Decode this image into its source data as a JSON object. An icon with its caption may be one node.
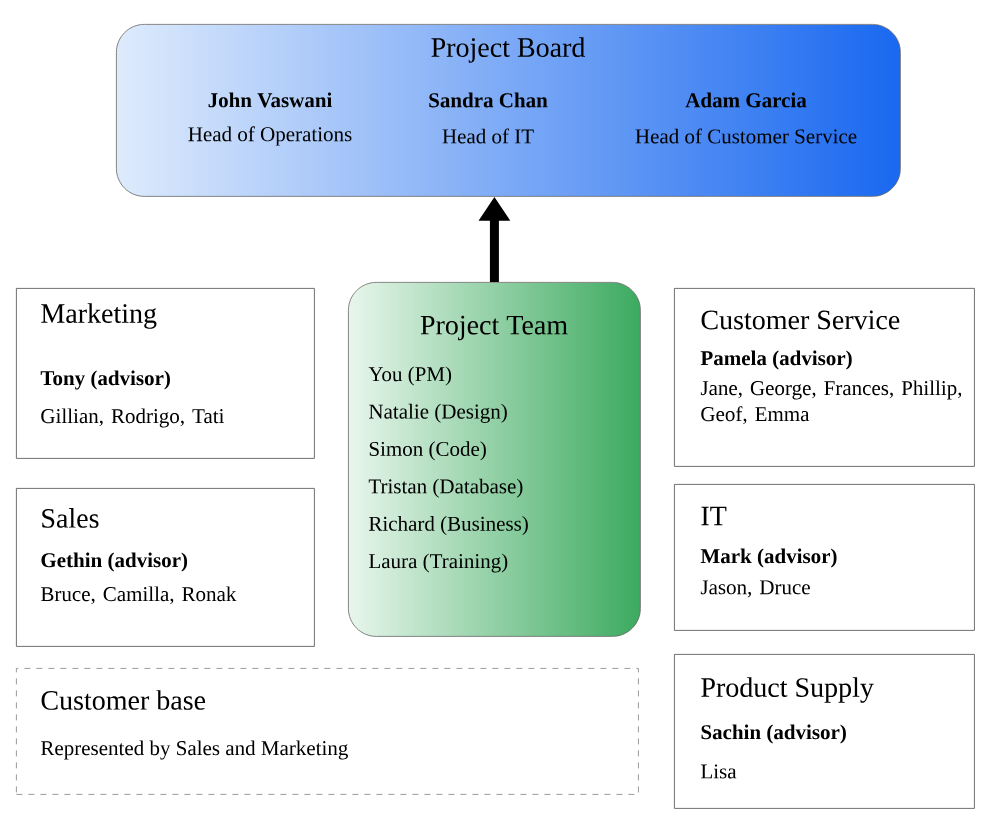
{
  "diagram": {
    "nodes": [
      {
        "text": [
          "Project Board",
          "John  Vaswani",
          "Head of Operations",
          "Sandra Chan",
          "Head of IT",
          "Adam Garcia",
          "Head of Customer Service"
        ]
      },
      {
        "text": [
          "Marketing",
          "Tony (advisor)",
          "Gillian, Rodrigo, Tati"
        ]
      },
      {
        "text": [
          "Project Team",
          "You (PM)",
          "Natalie (Design)",
          "Simon (Code)",
          "Tristan (Database)",
          "Richard (Business)",
          "Laura (Training)"
        ]
      },
      {
        "text": [
          "Customer Service",
          "Pamela (advisor)",
          "Jane, George, Frances, Phillip, Geof, Emma"
        ]
      },
      {
        "text": [
          "Sales",
          "Gethin (advisor)",
          "Bruce, Camilla, Ronak"
        ]
      },
      {
        "text": [
          "IT",
          "Mark (advisor)",
          "Jason, Druce"
        ]
      },
      {
        "text": [
          "Customer base",
          "Represented by Sales and Marketing"
        ]
      },
      {
        "text": [
          "Product Supply",
          "Sachin (advisor)",
          "Lisa"
        ]
      }
    ],
    "edges": [
      {
        "from": 2,
        "to": 0,
        "arrow": "to"
      }
    ]
  }
}
